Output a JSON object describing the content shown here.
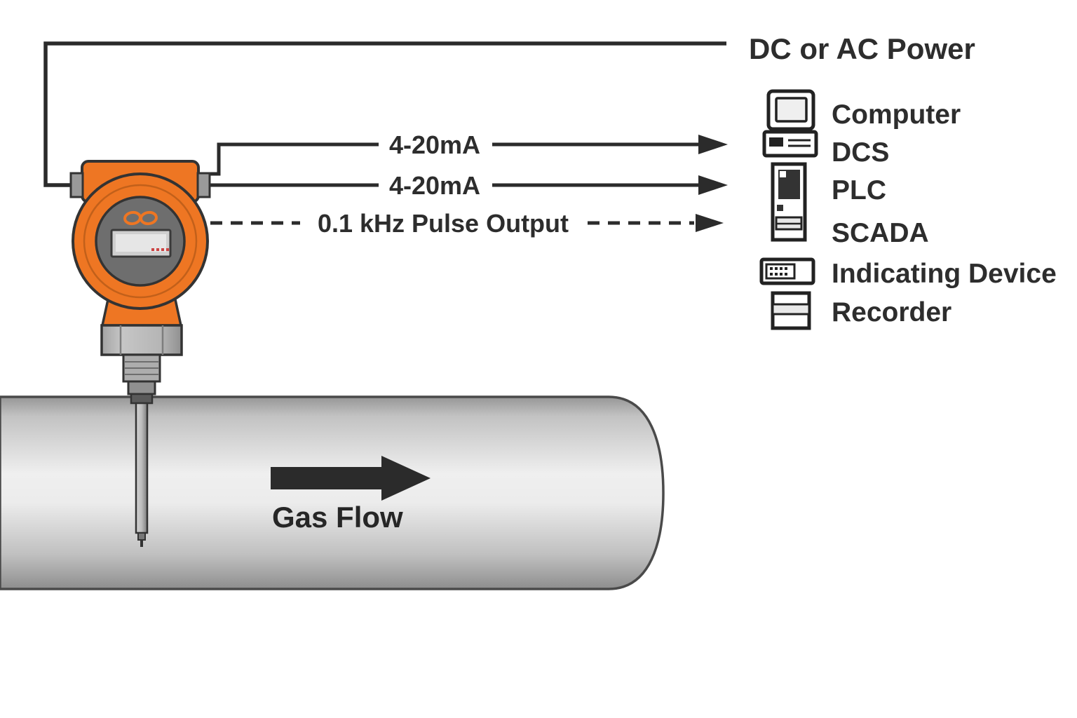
{
  "power": {
    "label": "DC or AC Power"
  },
  "signals": {
    "analog1": "4-20mA",
    "analog2": "4-20mA",
    "pulse": "0.1 kHz Pulse Output"
  },
  "devices": [
    {
      "label": "Computer",
      "icon": "computer-icon"
    },
    {
      "label": "DCS",
      "icon": "computer-icon"
    },
    {
      "label": "PLC",
      "icon": "plc-icon"
    },
    {
      "label": "SCADA",
      "icon": "plc-icon"
    },
    {
      "label": "Indicating Device",
      "icon": "indicating-device-icon"
    },
    {
      "label": "Recorder",
      "icon": "recorder-icon"
    }
  ],
  "pipe": {
    "flow_label": "Gas Flow"
  },
  "colors": {
    "meter_orange": "#EE7623",
    "outline_dark": "#2E2E2E",
    "pipe_light": "#EFEFEF",
    "pipe_dark": "#8E8E8E",
    "display_red": "#CC4444"
  }
}
